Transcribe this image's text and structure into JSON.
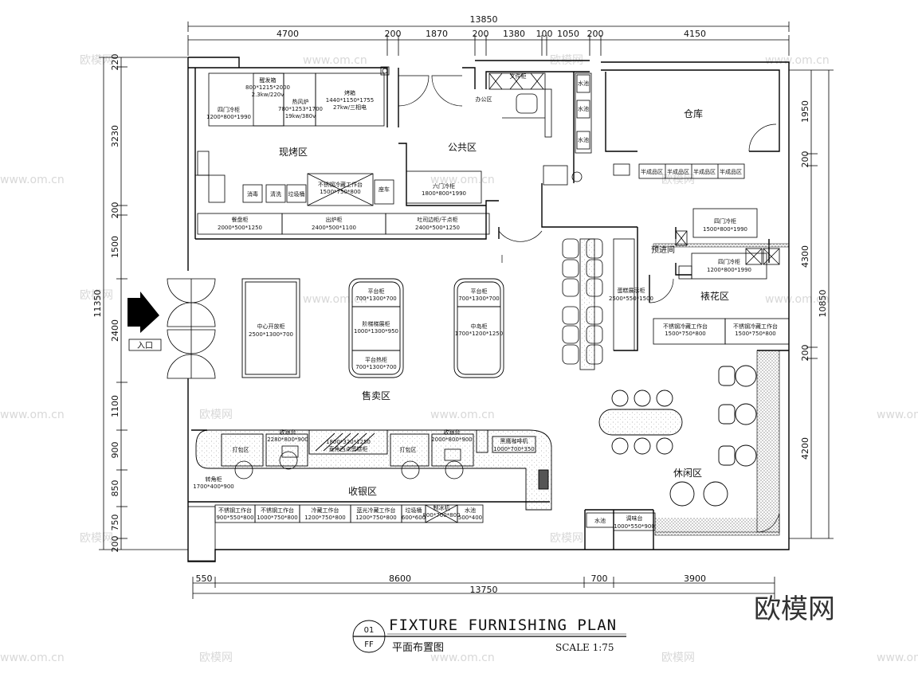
{
  "title": {
    "number": "01",
    "code": "FF",
    "english": "FIXTURE FURNISHING PLAN",
    "chinese": "平面布置图",
    "scale": "SCALE 1:75"
  },
  "brand": "欧模网",
  "watermark_text": "www.om.cn",
  "entrance_label": "入口",
  "dimensions": {
    "top_total": "13850",
    "top": [
      "4700",
      "200",
      "1870",
      "200",
      "1380",
      "100",
      "1050",
      "200",
      "4150"
    ],
    "bottom_total": "13750",
    "bottom": [
      "550",
      "8600",
      "700",
      "3900"
    ],
    "left_total": "11350",
    "left": [
      "220",
      "3230",
      "200",
      "1500",
      "2400",
      "1100",
      "900",
      "850",
      "750",
      "200"
    ],
    "right_total": "10850",
    "right": [
      "1950",
      "200",
      "4300",
      "200",
      "4200"
    ]
  },
  "zones": {
    "bake": "现烤区",
    "public": "公共区",
    "warehouse": "仓库",
    "sales": "售卖区",
    "cashier": "收银区",
    "decor": "裱花区",
    "leisure": "休闲区",
    "prep": "预进间",
    "office": "办公区"
  },
  "equipment": {
    "fridge4_name": "四门冷柜",
    "fridge4_size": "1200*800*1990",
    "proof_name": "醒发箱",
    "proof_size": "800*1215*2000",
    "proof_power": "2.3kw/220v",
    "hotair_name": "热风炉",
    "hotair_size": "780*1253*1700",
    "hotair_power": "19kw/380v",
    "oven_name": "烤箱",
    "oven_size": "1440*1150*1755",
    "oven_power": "27kw/三相电",
    "disinfect": "消毒",
    "wash": "清洗",
    "trash": "垃圾桶",
    "ss_fridge_table": "不锈钢冷藏工作台",
    "ss_fridge_size": "1500*750*800",
    "cart": "座车",
    "fridge6_name": "六门冷柜",
    "fridge6_size": "1800*800*1990",
    "tray_name": "餐盘柜",
    "tray_size": "2000*500*1250",
    "outlet_name": "出炉柜",
    "outlet_size": "2400*500*1100",
    "toast_name": "吐司边柜/干点柜",
    "toast_size": "2400*500*1250",
    "sink": "水池",
    "office_cab": "文件柜",
    "semi1": "半成品区",
    "fridge4b_size": "1500*800*1990",
    "fridge4c_size": "1200*800*1990",
    "cake_name": "蛋糕展示柜",
    "cake_size": "2500*550*1500",
    "ss_fridge_b": "不锈钢冷藏工作台",
    "ss_fridge_b_size": "1500*750*800",
    "center_name": "中心开放柜",
    "center_size": "2500*1300*700",
    "plat_name": "平台柜",
    "plat_size": "700*1300*700",
    "ladder_name": "阶梯梯展柜",
    "ladder_size": "1000*1300*950",
    "hot_name": "平台热柜",
    "hot_size": "700*1300*700",
    "island_plat_size": "700*1300*700",
    "island_name": "中岛柜",
    "island_size": "1700*1200*1250",
    "pack": "打包区",
    "cash_name": "收银台",
    "cash_size": "2280*800*900",
    "cold_name": "1800*320*1250",
    "cold_name2": "直角西点蛋糕柜",
    "cash2_size": "2000*800*900",
    "coffee_name": "黑鹰咖啡机",
    "coffee_size": "1000*700*350",
    "corner_name": "转角柜",
    "corner_size": "1700*400*900",
    "w1_name": "不锈钢工作台",
    "w1_size": "900*550*800",
    "w2_name": "不锈钢工作台",
    "w2_size": "1000*750*800",
    "w3_name": "冷藏工作台",
    "w3_size": "1200*750*800",
    "w4_name": "蓝光冷藏工作台",
    "w4_size": "1200*750*800",
    "trash2": "垃圾桶",
    "trash2_size": "600*600",
    "ice_name": "制冰机",
    "ice_size": "800*700*800",
    "sink2": "水池",
    "sink2_size": "500*400",
    "sink3": "水池",
    "season_name": "调味台",
    "season_size": "1000*550*900"
  }
}
